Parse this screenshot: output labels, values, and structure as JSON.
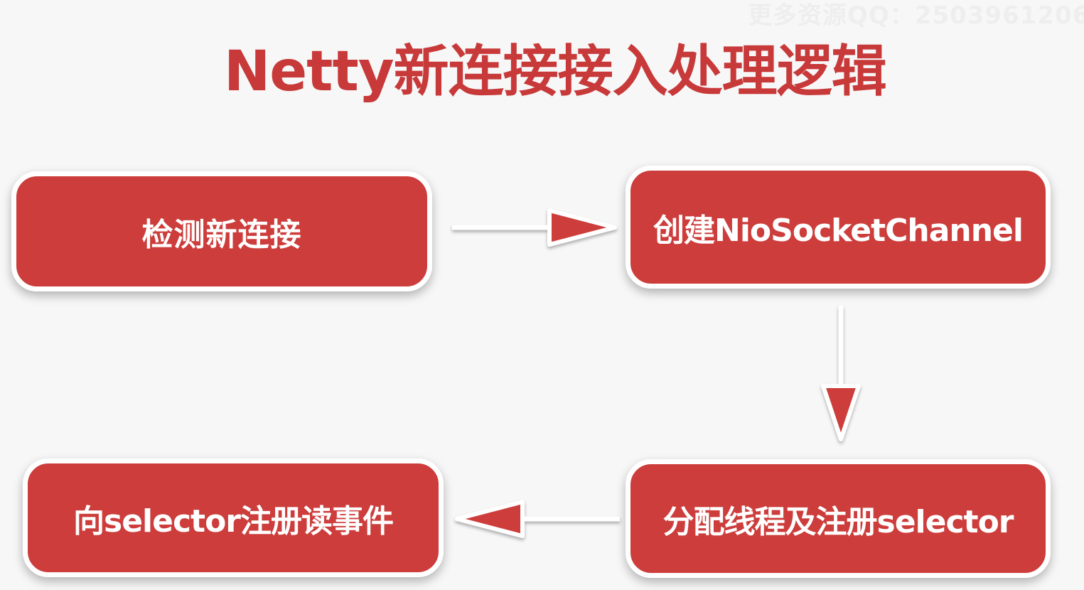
{
  "watermark": "更多资源QQ：2503961206",
  "title": "Netty新连接接入处理逻辑",
  "steps": [
    {
      "label": "检测新连接"
    },
    {
      "label": "创建NioSocketChannel"
    },
    {
      "label": "分配线程及注册selector"
    },
    {
      "label": "向selector注册读事件"
    }
  ],
  "colors": {
    "title": "#c8393a",
    "box_fill": "#cc3d3b",
    "box_border": "#ffffff",
    "arrow_fill": "#cc3d3b",
    "background": "#f7f7f7"
  }
}
